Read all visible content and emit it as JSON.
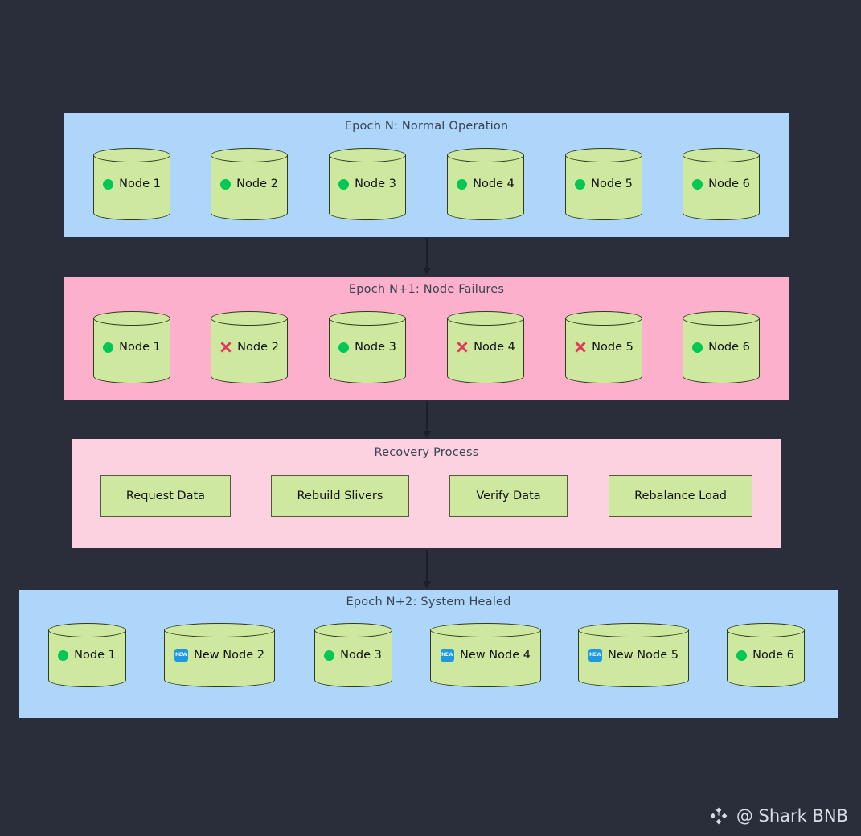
{
  "colors": {
    "page_background": "#2a2e3a",
    "band_blue": "#aed6fb",
    "band_pink": "#fcb0cb",
    "band_light_pink": "#fcd2e1",
    "node_fill": "#cfe89f",
    "node_stroke": "#2f3b1d",
    "status_ok": "#00c853",
    "status_fail": "#e0395c",
    "badge_new": "#1e99e0",
    "title_text": "#3b4252",
    "label_text": "#111418",
    "arrow": "#1b1f27",
    "watermark_text": "#e6eaf2"
  },
  "sections": [
    {
      "id": "epoch-n",
      "title": "Epoch N: Normal Operation",
      "nodes": [
        {
          "label": "Node 1",
          "status": "ok"
        },
        {
          "label": "Node 2",
          "status": "ok"
        },
        {
          "label": "Node 3",
          "status": "ok"
        },
        {
          "label": "Node 4",
          "status": "ok"
        },
        {
          "label": "Node 5",
          "status": "ok"
        },
        {
          "label": "Node 6",
          "status": "ok"
        }
      ]
    },
    {
      "id": "epoch-n1",
      "title": "Epoch N+1: Node Failures",
      "nodes": [
        {
          "label": "Node 1",
          "status": "ok"
        },
        {
          "label": "Node 2",
          "status": "fail"
        },
        {
          "label": "Node 3",
          "status": "ok"
        },
        {
          "label": "Node 4",
          "status": "fail"
        },
        {
          "label": "Node 5",
          "status": "fail"
        },
        {
          "label": "Node 6",
          "status": "ok"
        }
      ]
    },
    {
      "id": "recovery",
      "title": "Recovery Process",
      "steps": [
        {
          "label": "Request Data"
        },
        {
          "label": "Rebuild Slivers"
        },
        {
          "label": "Verify Data"
        },
        {
          "label": "Rebalance Load"
        }
      ]
    },
    {
      "id": "epoch-n2",
      "title": "Epoch N+2: System Healed",
      "nodes": [
        {
          "label": "Node 1",
          "status": "ok"
        },
        {
          "label": "New Node 2",
          "status": "new"
        },
        {
          "label": "Node 3",
          "status": "ok"
        },
        {
          "label": "New Node 4",
          "status": "new"
        },
        {
          "label": "New Node 5",
          "status": "new"
        },
        {
          "label": "Node 6",
          "status": "ok"
        }
      ]
    }
  ],
  "badge_new_text": "NEW",
  "watermark": {
    "icon": "bnb-logo-icon",
    "text": "@ Shark BNB"
  }
}
